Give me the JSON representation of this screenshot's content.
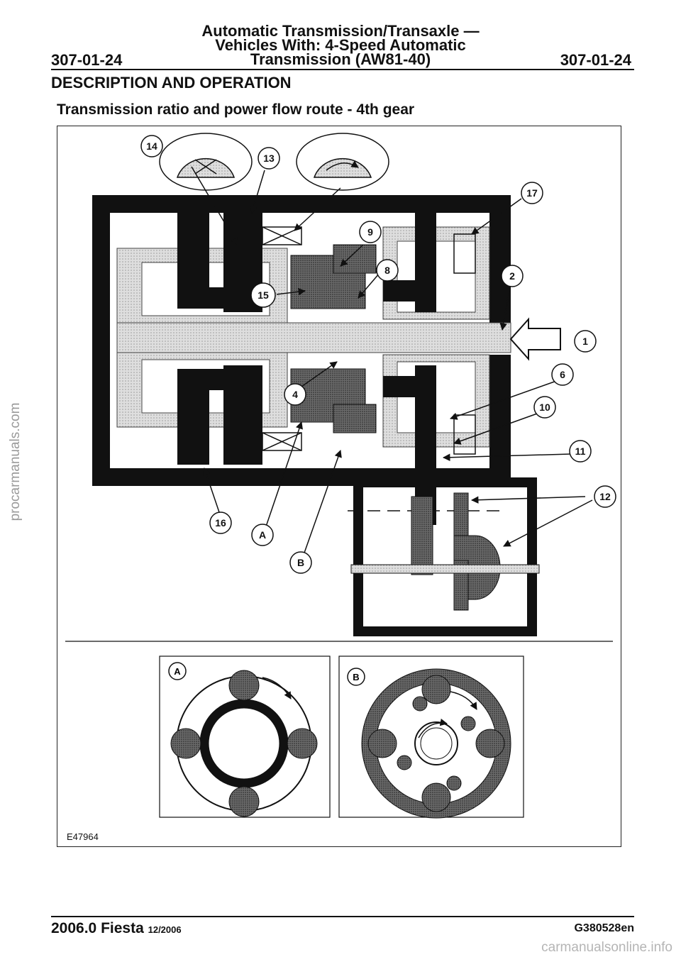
{
  "header": {
    "title_line1": "Automatic Transmission/Transaxle —",
    "title_line2": "Vehicles With: 4-Speed Automatic",
    "title_line3": "Transmission (AW81-40)",
    "page_left": "307-01-24",
    "page_right": "307-01-24"
  },
  "section_title": "DESCRIPTION AND OPERATION",
  "subtitle": "Transmission ratio and power flow route - 4th gear",
  "figure": {
    "id": "E47964",
    "callouts": [
      "14",
      "13",
      "17",
      "9",
      "8",
      "2",
      "15",
      "1",
      "6",
      "4",
      "10",
      "11",
      "12",
      "16",
      "A",
      "B"
    ],
    "inset_a_label": "A",
    "inset_b_label": "B"
  },
  "footer": {
    "model": "2006.0 Fiesta",
    "date": "12/2006",
    "code": "G380528en"
  },
  "watermarks": {
    "side": "procarmanuals.com",
    "bottom": "carmanualsonline.info"
  },
  "colors": {
    "ink": "#111111",
    "shade_light": "#d6d6d6",
    "shade_mid": "#8a8a8a",
    "shade_dark": "#555555"
  }
}
